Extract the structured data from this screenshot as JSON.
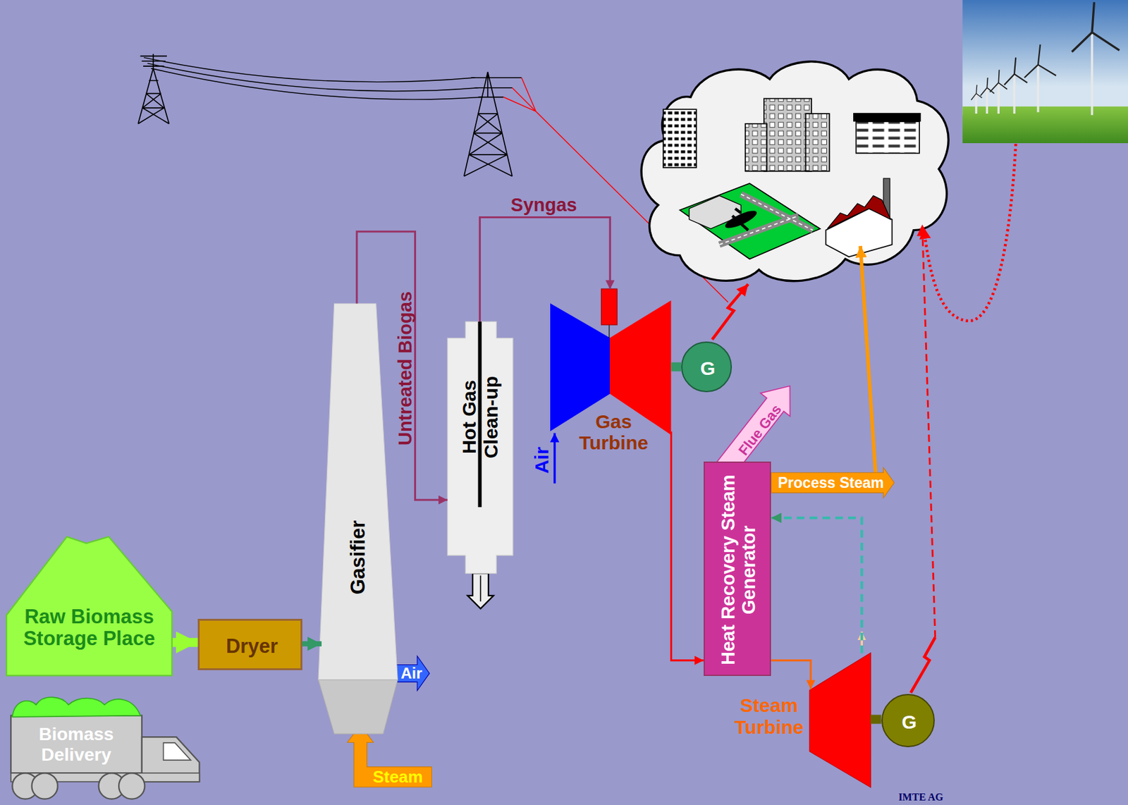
{
  "diagram": {
    "nodes": [
      {
        "text": [
          "Raw Biomass Storage Place"
        ]
      },
      {
        "text": [
          "Biomass Delivery"
        ]
      },
      {
        "text": [
          "Dryer"
        ]
      },
      {
        "text": [
          "Gasifier"
        ]
      },
      {
        "text": [
          "Hot Gas Clean-up"
        ]
      },
      {
        "text": [
          "Gas Turbine"
        ]
      },
      {
        "text": [
          "G"
        ]
      },
      {
        "text": [
          "Heat Recovery Steam Generator"
        ]
      },
      {
        "text": [
          "Steam Turbine"
        ]
      },
      {
        "text": [
          "G"
        ]
      }
    ],
    "edges": [
      {
        "from": 0,
        "to": 2,
        "arrow": "to"
      },
      {
        "from": 2,
        "to": 3,
        "arrow": "to"
      },
      {
        "from": 3,
        "to": 4,
        "label": "Untreated Biogas",
        "arrow": "to"
      },
      {
        "from": 4,
        "to": 5,
        "label": "Syngas",
        "arrow": "to"
      },
      {
        "from": 5,
        "to": 6,
        "arrow": "none"
      },
      {
        "from": 5,
        "to": 7,
        "arrow": "to"
      },
      {
        "from": 7,
        "to": 8,
        "arrow": "to"
      },
      {
        "from": 8,
        "to": 7,
        "arrow": "to"
      },
      {
        "from": 8,
        "to": 9,
        "arrow": "none"
      }
    ],
    "labels": [
      "Air",
      "Steam",
      "Air",
      "Flue Gas",
      "Process Steam",
      "IMTE AG"
    ]
  }
}
